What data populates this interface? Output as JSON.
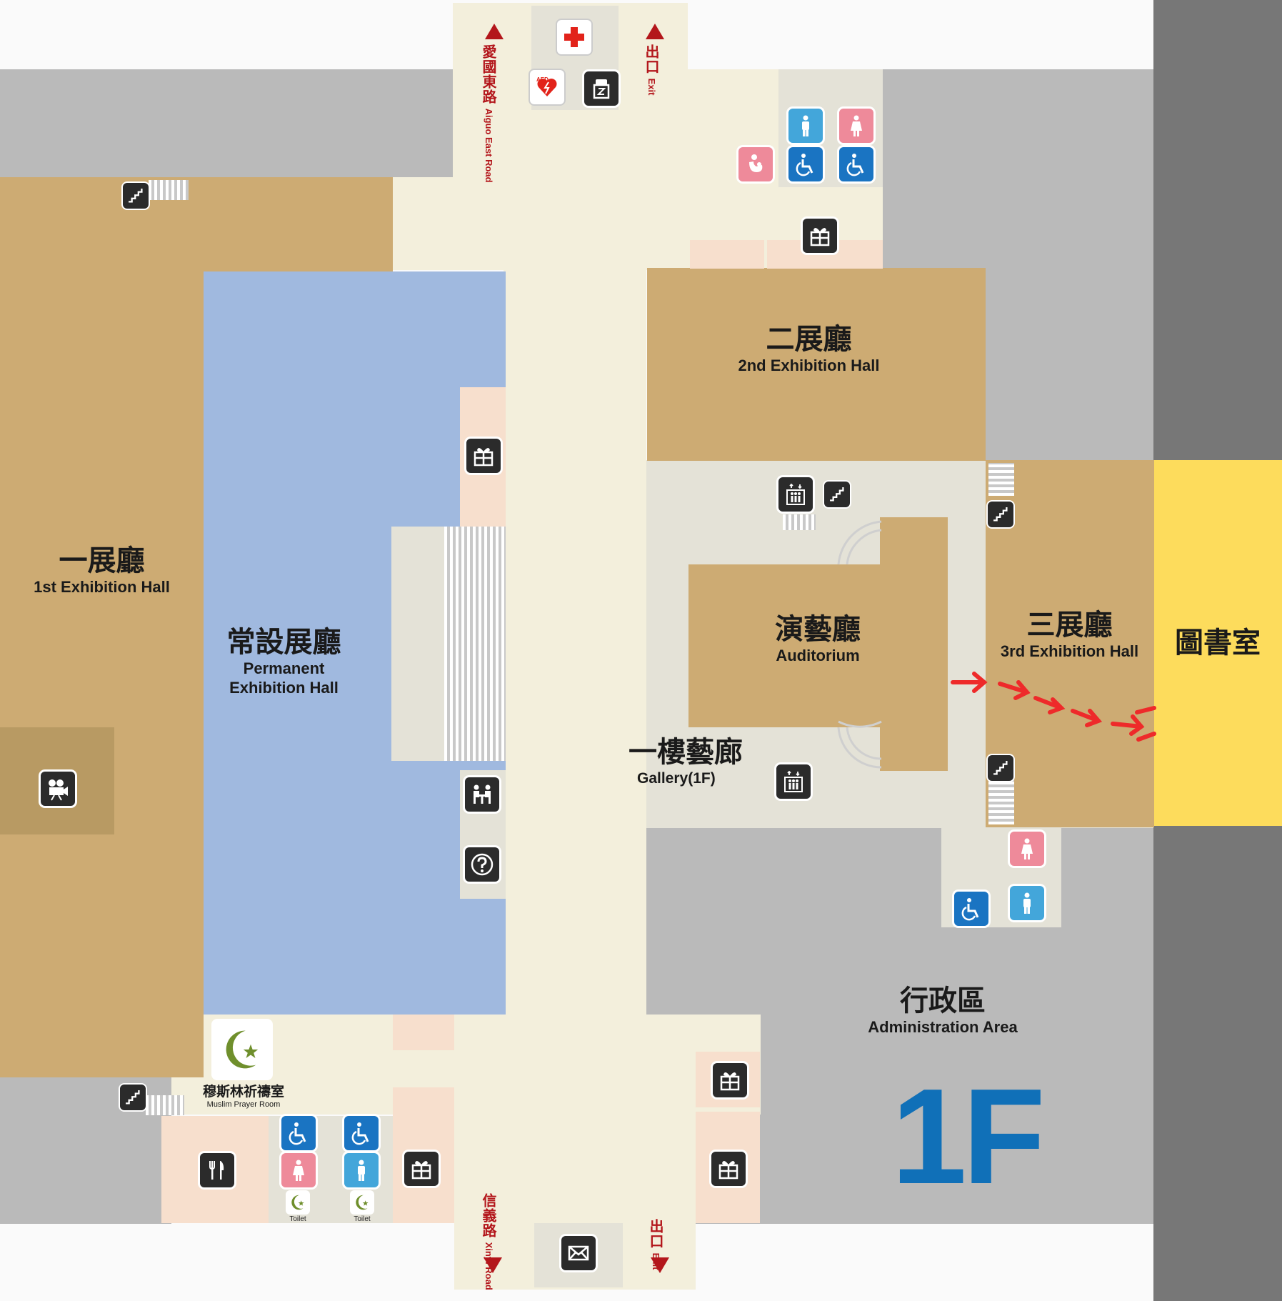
{
  "halls": {
    "first": {
      "zh": "一展廳",
      "en": "1st Exhibition Hall"
    },
    "permanent": {
      "zh": "常設展廳",
      "en_line1": "Permanent",
      "en_line2": "Exhibition Hall"
    },
    "second": {
      "zh": "二展廳",
      "en": "2nd Exhibition Hall"
    },
    "auditorium": {
      "zh": "演藝廳",
      "en": "Auditorium"
    },
    "third": {
      "zh": "三展廳",
      "en": "3rd Exhibition Hall"
    },
    "library": {
      "zh": "圖書室"
    },
    "gallery": {
      "zh": "一樓藝廊",
      "en": "Gallery(1F)"
    },
    "admin": {
      "zh": "行政區",
      "en": "Administration Area"
    }
  },
  "prayer": {
    "zh": "穆斯林祈禱室",
    "en": "Muslim Prayer Room",
    "toilet": "Toilet"
  },
  "aed": "AED",
  "roads": {
    "north": {
      "zh": "愛國東路",
      "en": "Aiguo East Road"
    },
    "south": {
      "zh": "信義路",
      "en": "Xinyi Road"
    }
  },
  "exits": {
    "zh": "出口",
    "en": "Exit"
  },
  "floor": "1F",
  "colors": {
    "hall": "#cdab73",
    "permanent": "#a0b9df",
    "library": "#fddc5c",
    "corridor": "#f3efdc",
    "shop": "#f7dfcd",
    "floor_label": "#1070b8",
    "exit_marker": "#b3161b",
    "route_arrow": "#ee2a2a"
  },
  "icons": [
    "first-aid-icon",
    "aed-icon",
    "locker-icon",
    "restroom-male-icon",
    "restroom-female-icon",
    "accessible-icon",
    "nursing-room-icon",
    "gift-shop-icon",
    "elevator-icon",
    "stairs-icon",
    "cinema-icon",
    "meeting-icon",
    "info-icon",
    "restaurant-icon",
    "mail-icon",
    "prayer-room-icon"
  ]
}
